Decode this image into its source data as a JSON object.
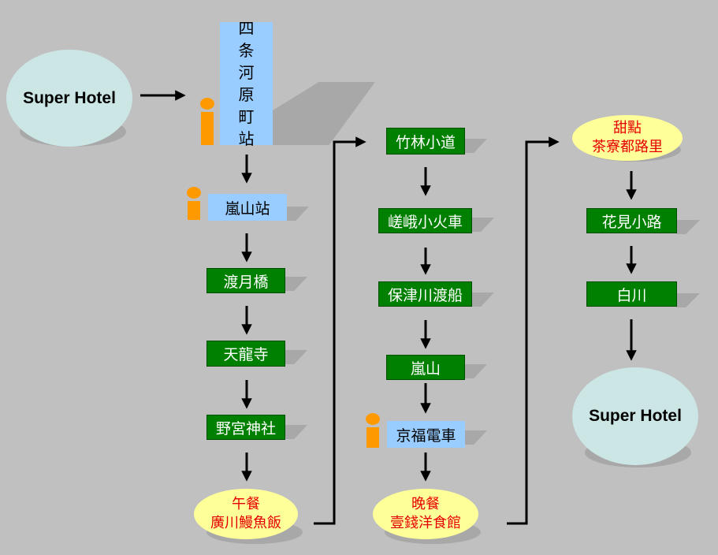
{
  "start_hotel": {
    "label": "Super Hotel"
  },
  "end_hotel": {
    "label": "Super Hotel"
  },
  "column1": {
    "station_lines": [
      "四",
      "条",
      "河",
      "原",
      "町",
      "站"
    ],
    "arashiyama_station": "嵐山站",
    "togetsukyo": "渡月橋",
    "tenryuji": "天龍寺",
    "nonomiya": "野宮神社",
    "lunch_title": "午餐",
    "lunch_place": "廣川鰻魚飯"
  },
  "column2": {
    "bamboo_path": "竹林小道",
    "sagano_train": "嵯峨小火車",
    "hozugawa_boat": "保津川渡船",
    "arashiyama": "嵐山",
    "keifuku_train": "京福電車",
    "dinner_title": "晚餐",
    "dinner_place": "壹錢洋食館"
  },
  "column3": {
    "dessert_title": "甜點",
    "dessert_place": "茶寮都路里",
    "hanamikoji": "花見小路",
    "shirakawa": "白川"
  },
  "colors": {
    "background": "#c0c0c0",
    "green_box": "#008000",
    "blue_box": "#99ccff",
    "hotel_oval": "#cce6e6",
    "meal_oval": "#ffff99",
    "meal_text": "#e60000",
    "info_icon": "#ff9900",
    "shadow": "#a8a8a8"
  },
  "icons": [
    "info-person-icon",
    "arrow-right-icon",
    "arrow-down-icon"
  ]
}
